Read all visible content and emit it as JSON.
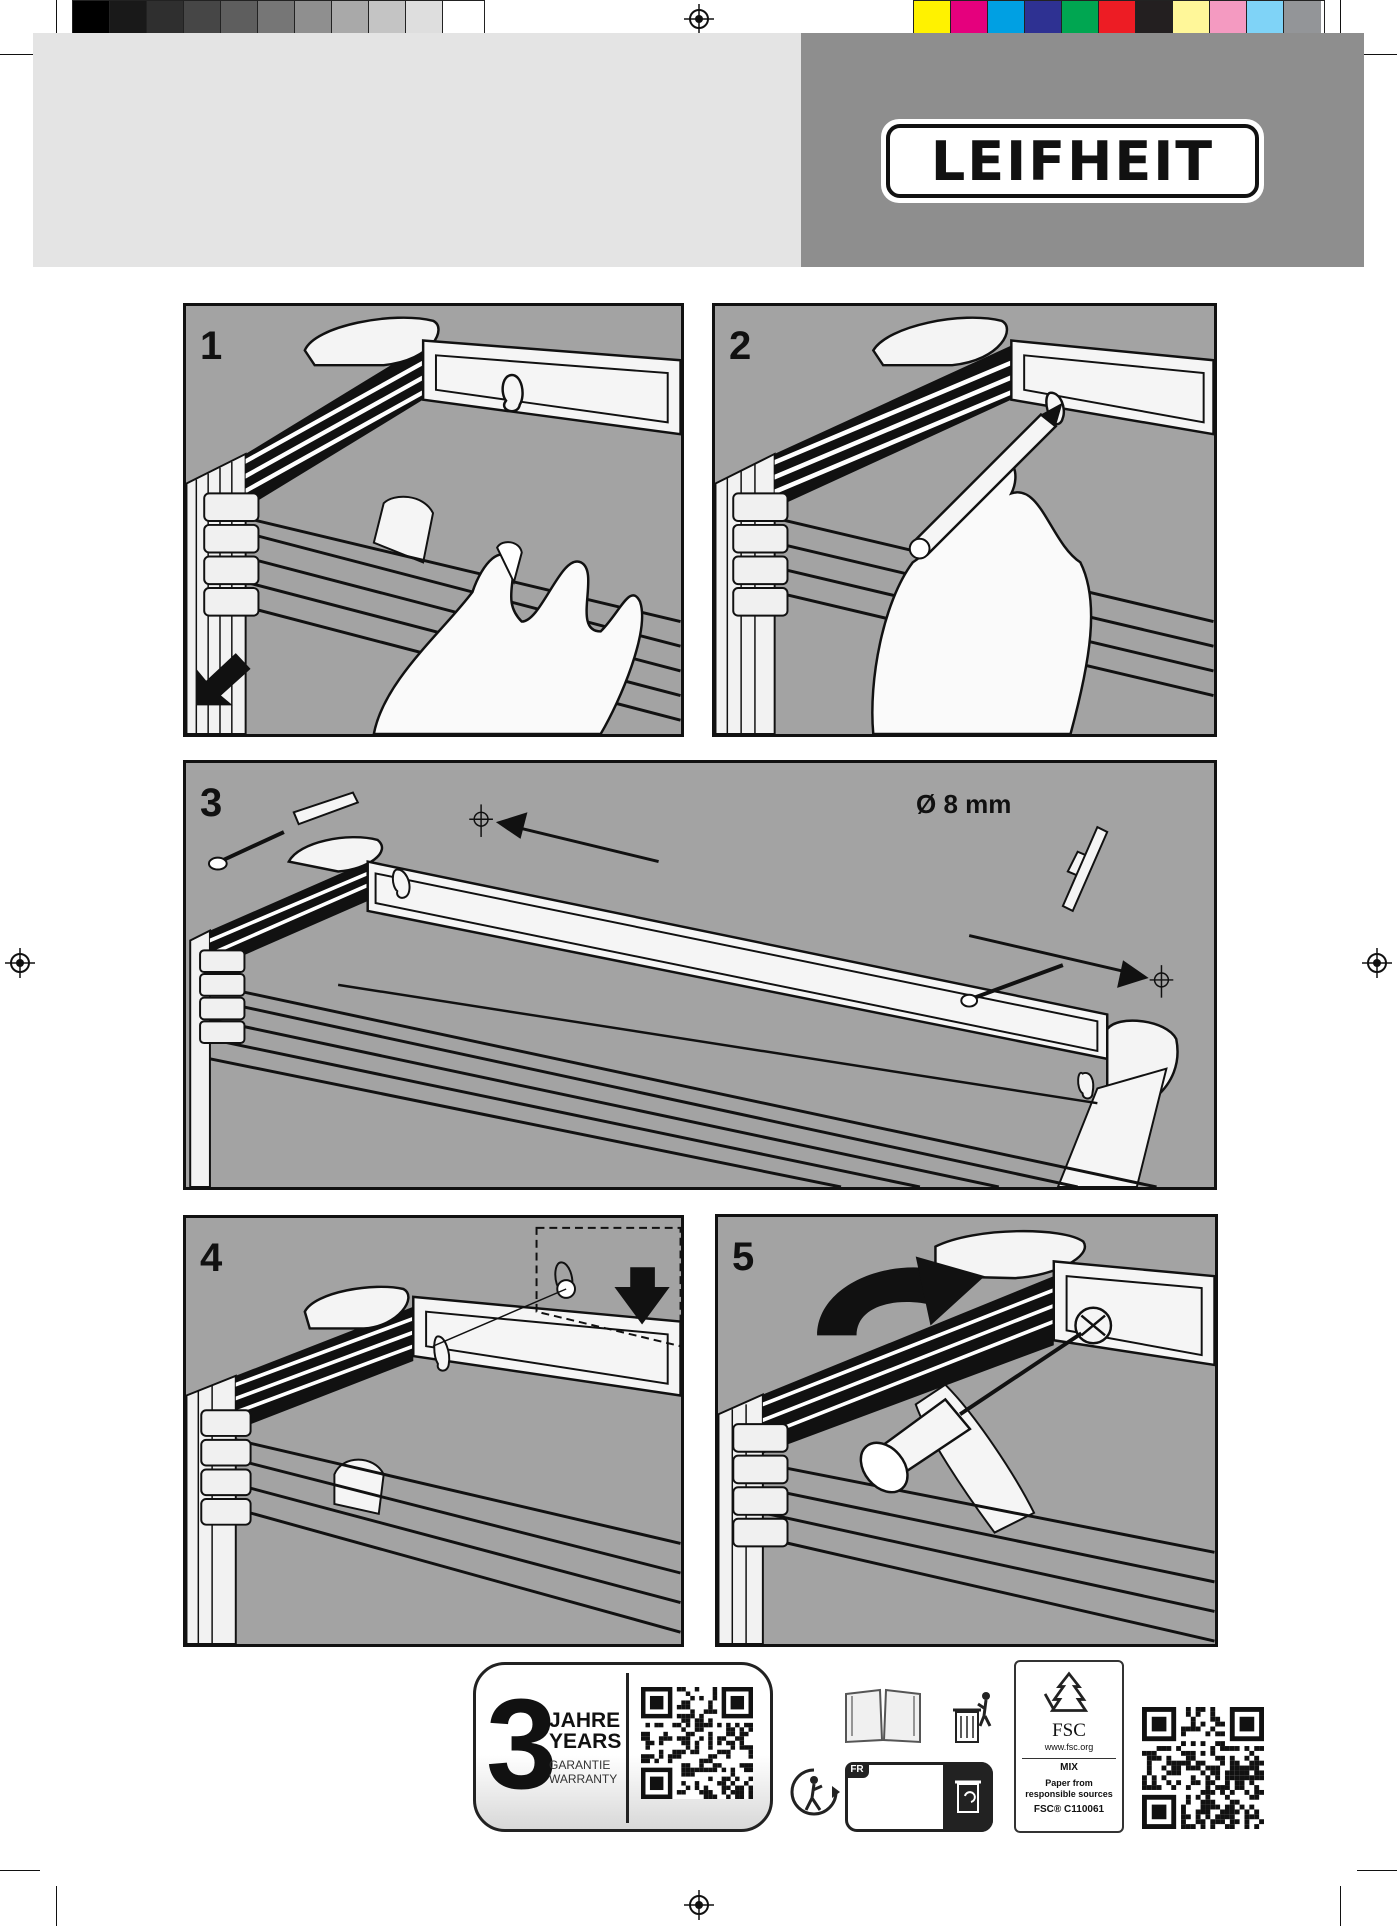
{
  "brand": {
    "logo_text": "LEIFHEIT"
  },
  "calibration": {
    "greys": [
      "#000000",
      "#191919",
      "#2f2f2f",
      "#464646",
      "#5e5e5e",
      "#767676",
      "#8f8f8f",
      "#a9a9a9",
      "#c4c4c4",
      "#dedede",
      "#ffffff"
    ],
    "colors": [
      "#fff200",
      "#e5007d",
      "#00a0e3",
      "#2e3192",
      "#00a651",
      "#ed1c24",
      "#231f20",
      "#fff799",
      "#f49ac1",
      "#7fd3f7",
      "#939598"
    ]
  },
  "steps": [
    {
      "number": "1"
    },
    {
      "number": "2"
    },
    {
      "number": "3",
      "drill_size": "Ø 8 mm"
    },
    {
      "number": "4"
    },
    {
      "number": "5"
    }
  ],
  "footer": {
    "warranty": {
      "number": "3",
      "line1": "JAHRE",
      "line2": "YEARS",
      "line3": "GARANTIE",
      "line4": "WARRANTY"
    },
    "recycling": {
      "country_badge": "FR"
    },
    "fsc": {
      "name": "FSC",
      "url": "www.fsc.org",
      "mix": "MIX",
      "claim_line1": "Paper from",
      "claim_line2": "responsible sources",
      "license": "FSC® C110061"
    }
  }
}
